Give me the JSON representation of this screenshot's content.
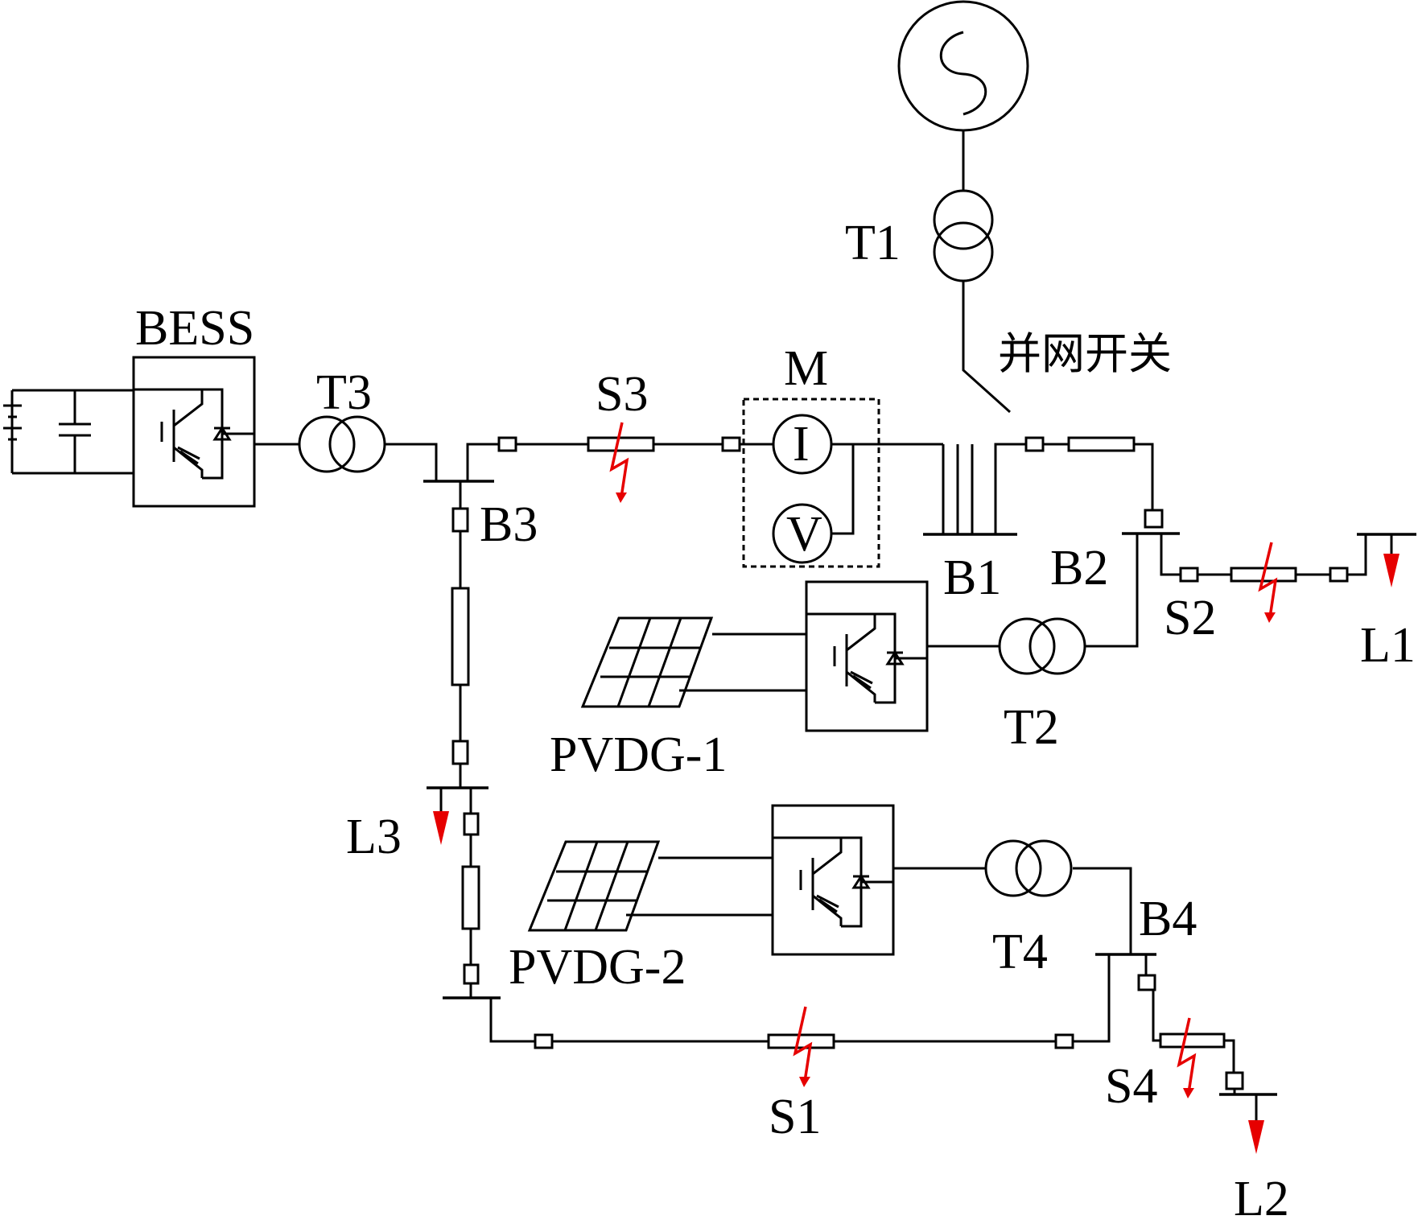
{
  "labels": {
    "bess": "BESS",
    "t3": "T3",
    "s3": "S3",
    "m": "M",
    "i": "I",
    "v": "V",
    "t1": "T1",
    "switch": "并网开关",
    "b1": "B1",
    "b2": "B2",
    "b3": "B3",
    "b4": "B4",
    "s2": "S2",
    "l1": "L1",
    "pvdg1": "PVDG-1",
    "t2": "T2",
    "l3": "L3",
    "pvdg2": "PVDG-2",
    "t4": "T4",
    "s1": "S1",
    "s4": "S4",
    "l2": "L2"
  },
  "colors": {
    "line": "#000000",
    "fault": "#e60000",
    "background": "#ffffff"
  },
  "icons": [
    "ac-source-icon",
    "transformer-icon",
    "converter-icon",
    "pv-panel-icon",
    "battery-icon",
    "capacitor-icon",
    "load-arrow-icon",
    "fault-lightning-icon",
    "breaker-icon",
    "ammeter-icon",
    "voltmeter-icon"
  ]
}
